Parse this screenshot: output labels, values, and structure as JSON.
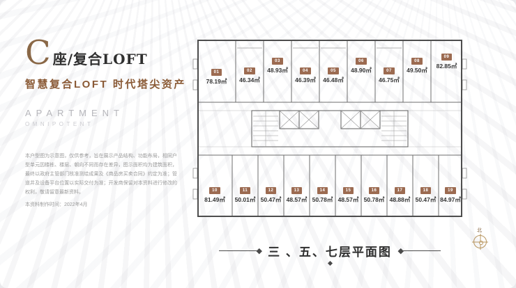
{
  "left_panel": {
    "brand_letter": "C",
    "title_rest": "座/复合LOFT",
    "subtitle": "智慧复合LOFT 时代塔尖资产",
    "en_title": "APARTMENT",
    "en_subtitle": "OMNIPOTENT",
    "disclaimer": "本户型图为示意图，仅供参考，旨在展示产品结构、功能布局，相同户型单元因楼栋、楼层、朝向不同而存在差异，图示面积均为建筑面积，最终以政府主管部门核准测绘成果及《商品房买卖合同》约定为准；管道井及设备平台位置以实际交付为准；开发商保留对本资料进行修改的权利，敬请留意最新资料。",
    "date_note": "本资料制作时间：2022年4月"
  },
  "floorplan": {
    "top_units": [
      {
        "no": "01",
        "area": "78.19㎡"
      },
      {
        "no": "02",
        "area": "46.34㎡"
      },
      {
        "no": "03",
        "area": "48.93㎡"
      },
      {
        "no": "04",
        "area": "46.39㎡"
      },
      {
        "no": "05",
        "area": "46.48㎡"
      },
      {
        "no": "06",
        "area": "48.90㎡"
      },
      {
        "no": "07",
        "area": "46.75㎡"
      },
      {
        "no": "08",
        "area": "49.50㎡"
      },
      {
        "no": "09",
        "area": "82.85㎡"
      }
    ],
    "bottom_units": [
      {
        "no": "10",
        "area": "81.49㎡"
      },
      {
        "no": "11",
        "area": "50.01㎡"
      },
      {
        "no": "12",
        "area": "50.47㎡"
      },
      {
        "no": "13",
        "area": "48.57㎡"
      },
      {
        "no": "14",
        "area": "50.78㎡"
      },
      {
        "no": "15",
        "area": "48.57㎡"
      },
      {
        "no": "16",
        "area": "50.78㎡"
      },
      {
        "no": "17",
        "area": "48.88㎡"
      },
      {
        "no": "18",
        "area": "50.47㎡"
      },
      {
        "no": "19",
        "area": "84.97㎡"
      }
    ]
  },
  "footer": {
    "caption": "三 、五、七层平面图"
  },
  "compass": {
    "north_label": "北"
  },
  "colors": {
    "accent_brown": "#8a5a36",
    "brand_bronze": "#8a6847",
    "unit_badge": "#9c6b51",
    "compass_gold": "#b8955e",
    "wall_line": "#4d4d4d",
    "muted_text": "#9b9b9b"
  }
}
